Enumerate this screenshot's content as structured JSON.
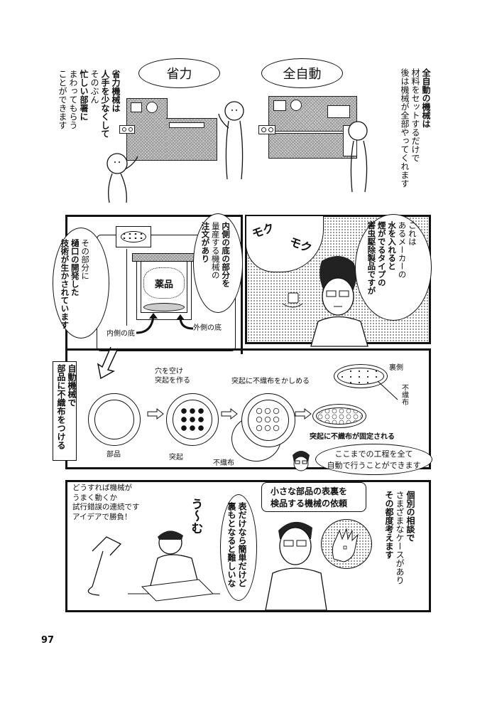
{
  "page": {
    "number": "97"
  },
  "top": {
    "left": {
      "title": "省力",
      "caption_lines": [
        "省力機械は",
        "人手を少なくして",
        "そのぶん",
        "忙しい部署に",
        "まわってもらう",
        "ことができます"
      ]
    },
    "right": {
      "title": "全自動",
      "caption_lines": [
        "全自動の機械は",
        "材料をセットするだけで",
        "後は機械が全部やってくれます"
      ]
    }
  },
  "panel1": {
    "bubble_lines": [
      "これは",
      "あるメーカーの",
      "水を入れると",
      "煙がでるタイプの",
      "害虫駆除製品ですが"
    ],
    "sfx": [
      "モク",
      "モク"
    ]
  },
  "panel2": {
    "bubble_right_lines": [
      "内側の底の部分を",
      "量産する機械の",
      "注文があり"
    ],
    "bubble_left_lines": [
      "その部分に",
      "樋口の開発した",
      "技術が生かされています"
    ],
    "container_label": "薬品",
    "label_inner_bottom": "内側の底",
    "label_outer_bottom": "外側の底"
  },
  "panel3": {
    "caption_lines": [
      "自動機械で",
      "部品に不織布をつける"
    ],
    "steps": [
      {
        "top_label": "",
        "bottom_label": "部品"
      },
      {
        "top_label": "穴を空け\n突起を作る",
        "bottom_label": "突起"
      },
      {
        "top_label": "突起に不織布をかしめる",
        "bottom_label": "不織布"
      },
      {
        "top_label": "",
        "bottom_label": "突起に不織布が固定される"
      }
    ],
    "back_side_label": "裏側",
    "back_side_pointer": "不織布",
    "speech_lines": [
      "ここまでの工程を全て",
      "自動で行うことができます"
    ]
  },
  "panel4": {
    "narration_lines": [
      "どうすれば機械が",
      "うまく動くか",
      "試行錯誤の連続です",
      "アイデアで勝負！"
    ],
    "sfx": "う〜む",
    "bubble_lines": [
      "表だけなら簡単だけど",
      "裏もとなると難しいな"
    ],
    "box_lines": [
      "小さな部品の表裏を",
      "検品する機械の依頼"
    ],
    "caption_lines": [
      "個別の相談で",
      "さまざまなケースがあり",
      "その都度考えます"
    ]
  }
}
